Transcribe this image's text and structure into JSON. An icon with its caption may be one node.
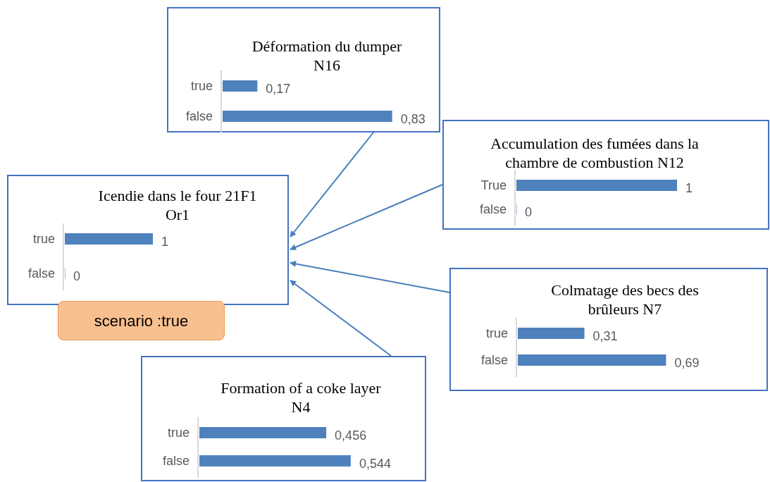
{
  "diagram": {
    "nodes": [
      {
        "text": [
          "Icendie dans le four 21F1 Or1"
        ]
      },
      {
        "text": [
          "scenario :true"
        ]
      },
      {
        "text": [
          "Déformation du dumper N16"
        ]
      },
      {
        "text": [
          "Accumulation des fumées dans la chambre de combustion  N12"
        ]
      },
      {
        "text": [
          "Colmatage des becs des brûleurs N7"
        ]
      },
      {
        "text": [
          "Formation of a coke layer N4"
        ]
      }
    ],
    "edges": [
      {
        "from": 2,
        "to": 0,
        "arrow": "to"
      },
      {
        "from": 3,
        "to": 0,
        "arrow": "to"
      },
      {
        "from": 4,
        "to": 0,
        "arrow": "to"
      },
      {
        "from": 5,
        "to": 0,
        "arrow": "to"
      }
    ],
    "chart_data": [
      {
        "type": "bar",
        "orientation": "horizontal",
        "categories": [
          "true",
          "false"
        ],
        "values": [
          1,
          0
        ],
        "value_labels": [
          "1",
          "0"
        ]
      },
      {
        "type": "bar",
        "orientation": "horizontal",
        "categories": [
          "true",
          "false"
        ],
        "values": [
          0.17,
          0.83
        ],
        "value_labels": [
          "0,17",
          "0,83"
        ]
      },
      {
        "type": "bar",
        "orientation": "horizontal",
        "categories": [
          "True",
          "false"
        ],
        "values": [
          1,
          0
        ],
        "value_labels": [
          "1",
          "0"
        ]
      },
      {
        "type": "bar",
        "orientation": "horizontal",
        "categories": [
          "true",
          "false"
        ],
        "values": [
          0.31,
          0.69
        ],
        "value_labels": [
          "0,31",
          "0,69"
        ]
      },
      {
        "type": "bar",
        "orientation": "horizontal",
        "categories": [
          "true",
          "false"
        ],
        "values": [
          0.456,
          0.544
        ],
        "value_labels": [
          "0,456",
          "0,544"
        ]
      }
    ]
  }
}
